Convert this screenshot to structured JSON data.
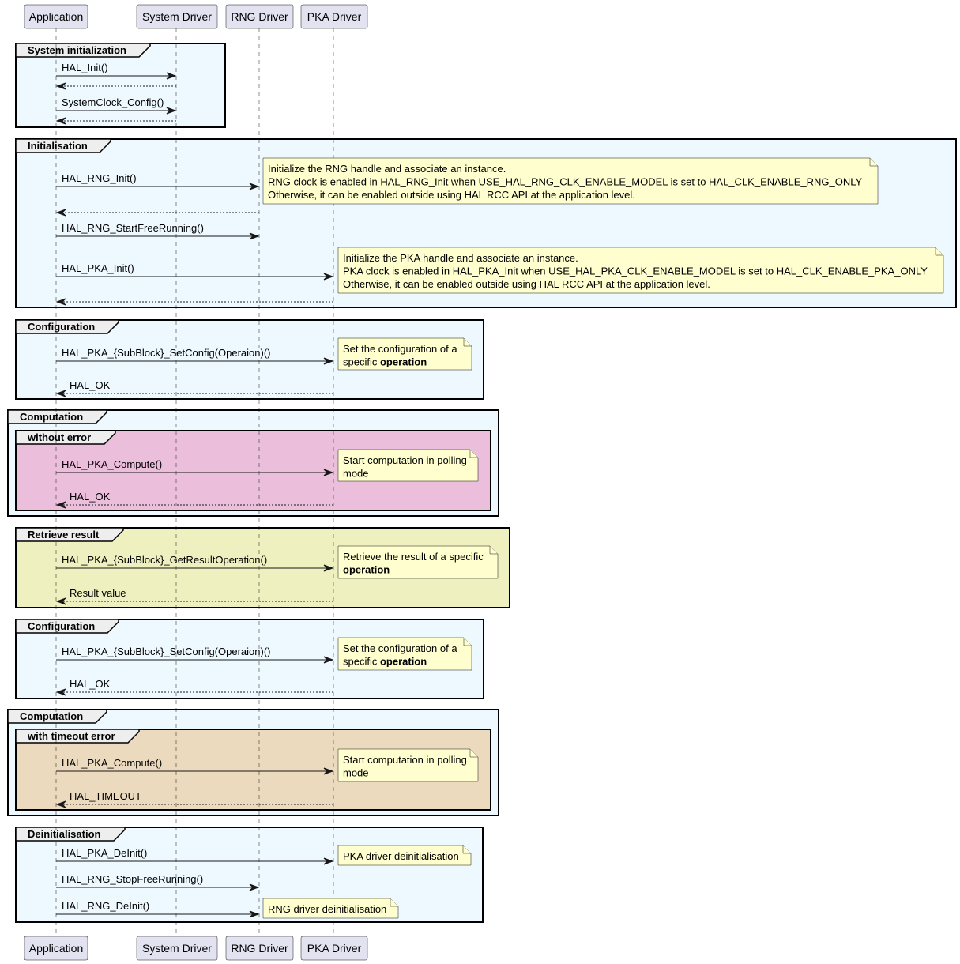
{
  "participants": [
    {
      "id": "app",
      "label": "Application"
    },
    {
      "id": "sys",
      "label": "System Driver"
    },
    {
      "id": "rng",
      "label": "RNG Driver"
    },
    {
      "id": "pka",
      "label": "PKA Driver"
    }
  ],
  "colors": {
    "participant_fill": "#e2e2f0",
    "note_fill": "#fefece",
    "group_default": "#eef8ff",
    "group_without_error": "#ebbfdb",
    "group_retrieve": "#eef0c0",
    "group_timeout": "#ebdabe"
  },
  "frames": [
    {
      "title": "System initialization",
      "color": "group_default"
    },
    {
      "title": "Initialisation",
      "color": "group_default"
    },
    {
      "title": "Configuration",
      "color": "group_default"
    },
    {
      "title": "Computation",
      "color": "group_default"
    },
    {
      "title": "without error",
      "color": "group_without_error"
    },
    {
      "title": "Retrieve result",
      "color": "group_retrieve"
    },
    {
      "title": "Configuration",
      "color": "group_default"
    },
    {
      "title": "Computation",
      "color": "group_default"
    },
    {
      "title": "with timeout error",
      "color": "group_timeout"
    },
    {
      "title": "Deinitialisation",
      "color": "group_default"
    }
  ],
  "messages": [
    {
      "from": "app",
      "to": "sys",
      "label": "HAL_Init()",
      "type": "sync"
    },
    {
      "from": "sys",
      "to": "app",
      "label": "",
      "type": "return"
    },
    {
      "from": "app",
      "to": "sys",
      "label": "SystemClock_Config()",
      "type": "sync"
    },
    {
      "from": "sys",
      "to": "app",
      "label": "",
      "type": "return"
    },
    {
      "from": "app",
      "to": "rng",
      "label": "HAL_RNG_Init()",
      "type": "sync"
    },
    {
      "from": "rng",
      "to": "app",
      "label": "",
      "type": "return"
    },
    {
      "from": "app",
      "to": "rng",
      "label": "HAL_RNG_StartFreeRunning()",
      "type": "sync"
    },
    {
      "from": "app",
      "to": "pka",
      "label": "HAL_PKA_Init()",
      "type": "sync"
    },
    {
      "from": "pka",
      "to": "app",
      "label": "",
      "type": "return"
    },
    {
      "from": "app",
      "to": "pka",
      "label": "HAL_PKA_{SubBlock}_SetConfig(Operaion)()",
      "type": "sync"
    },
    {
      "from": "pka",
      "to": "app",
      "label": "HAL_OK",
      "type": "return"
    },
    {
      "from": "app",
      "to": "pka",
      "label": "HAL_PKA_Compute()",
      "type": "sync"
    },
    {
      "from": "pka",
      "to": "app",
      "label": "HAL_OK",
      "type": "return"
    },
    {
      "from": "app",
      "to": "pka",
      "label": "HAL_PKA_{SubBlock}_GetResultOperation()",
      "type": "sync"
    },
    {
      "from": "pka",
      "to": "app",
      "label": "Result value",
      "type": "return"
    },
    {
      "from": "app",
      "to": "pka",
      "label": "HAL_PKA_{SubBlock}_SetConfig(Operaion)()",
      "type": "sync"
    },
    {
      "from": "pka",
      "to": "app",
      "label": "HAL_OK",
      "type": "return"
    },
    {
      "from": "app",
      "to": "pka",
      "label": "HAL_PKA_Compute()",
      "type": "sync"
    },
    {
      "from": "pka",
      "to": "app",
      "label": "HAL_TIMEOUT",
      "type": "return"
    },
    {
      "from": "app",
      "to": "pka",
      "label": "HAL_PKA_DeInit()",
      "type": "sync"
    },
    {
      "from": "app",
      "to": "rng",
      "label": "HAL_RNG_StopFreeRunning()",
      "type": "sync"
    },
    {
      "from": "app",
      "to": "rng",
      "label": "HAL_RNG_DeInit()",
      "type": "sync"
    }
  ],
  "notes": [
    {
      "lines": [
        [
          {
            "t": "Initialize the RNG handle and associate an instance."
          }
        ],
        [
          {
            "t": "RNG clock is enabled in HAL_RNG_Init when USE_HAL_RNG_CLK_ENABLE_MODEL is set to HAL_CLK_ENABLE_RNG_ONLY"
          }
        ],
        [
          {
            "t": "Otherwise, it can be enabled outside using HAL RCC API at the application level."
          }
        ]
      ]
    },
    {
      "lines": [
        [
          {
            "t": "Initialize the PKA handle and associate an instance."
          }
        ],
        [
          {
            "t": "PKA clock is enabled in HAL_PKA_Init when USE_HAL_PKA_CLK_ENABLE_MODEL is set to HAL_CLK_ENABLE_PKA_ONLY"
          }
        ],
        [
          {
            "t": "Otherwise, it can be enabled outside using HAL RCC API at the application level."
          }
        ]
      ]
    },
    {
      "lines": [
        [
          {
            "t": "Set the configuration of a"
          }
        ],
        [
          {
            "t": "specific "
          },
          {
            "t": "operation",
            "b": true
          }
        ]
      ]
    },
    {
      "lines": [
        [
          {
            "t": "Start computation in polling"
          }
        ],
        [
          {
            "t": "mode"
          }
        ]
      ]
    },
    {
      "lines": [
        [
          {
            "t": "Retrieve the result of a specific"
          }
        ],
        [
          {
            "t": "operation",
            "b": true
          }
        ]
      ]
    },
    {
      "lines": [
        [
          {
            "t": "Set the configuration of a"
          }
        ],
        [
          {
            "t": "specific "
          },
          {
            "t": "operation",
            "b": true
          }
        ]
      ]
    },
    {
      "lines": [
        [
          {
            "t": "Start computation in polling"
          }
        ],
        [
          {
            "t": "mode"
          }
        ]
      ]
    },
    {
      "lines": [
        [
          {
            "t": "PKA driver deinitialisation"
          }
        ]
      ]
    },
    {
      "lines": [
        [
          {
            "t": "RNG driver deinitialisation"
          }
        ]
      ]
    }
  ]
}
